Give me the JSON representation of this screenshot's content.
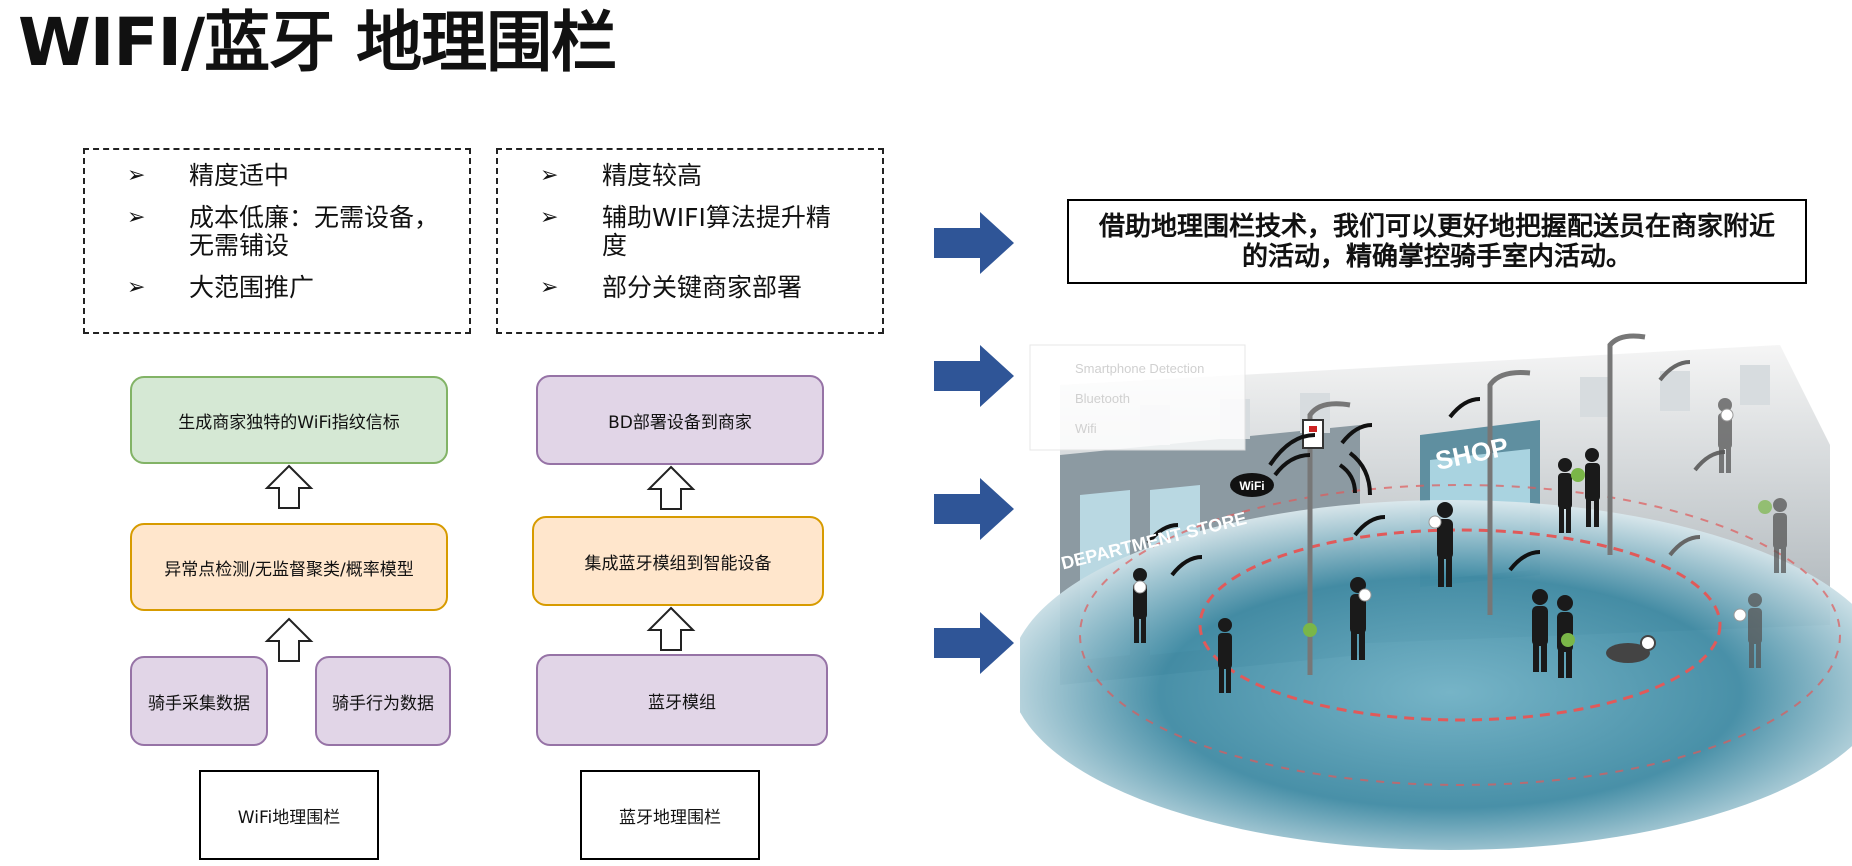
{
  "title": "WIFI/蓝牙 地理围栏",
  "wifi_features": [
    "精度适中",
    "成本低廉：无需设备，无需铺设",
    "大范围推广"
  ],
  "bt_features": [
    "精度较高",
    "辅助WIFI算法提升精度",
    "部分关键商家部署"
  ],
  "callout": "借助地理围栏技术，我们可以更好地把握配送员在商家附近的活动，精确掌控骑手室内活动。",
  "wifi_flow": {
    "top": "生成商家独特的WiFi指纹信标",
    "middle": "异常点检测/无监督聚类/概率模型",
    "left_source": "骑手采集数据",
    "right_source": "骑手行为数据",
    "label": "WiFi地理围栏"
  },
  "bt_flow": {
    "top": "BD部署设备到商家",
    "middle": "集成蓝牙模组到智能设备",
    "source": "蓝牙模组",
    "label": "蓝牙地理围栏"
  },
  "illustration": {
    "menu": [
      "Smartphone Detection",
      "Bluetooth",
      "Wifi"
    ],
    "shop_sign": "SHOP",
    "store_sign": "DEPARTMENT STORE",
    "wifi_badge": "WiFi"
  },
  "colors": {
    "arrow": "#2f5597",
    "fence": "#e05a5a",
    "floor": "#4a90a8"
  }
}
